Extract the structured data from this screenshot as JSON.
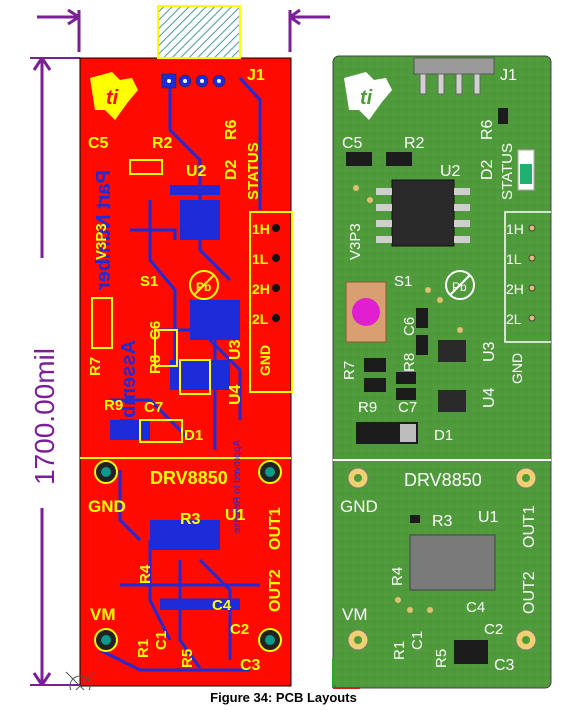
{
  "dimension_label": "1700.00mil",
  "figure_caption": "Figure 34: PCB Layouts",
  "colors": {
    "top_copper": "#ff0a00",
    "bottom_copper": "#1e2bd8",
    "silkscreen": "#ffff00",
    "dimension": "#7a1f96",
    "pcb_green": "#4f9a3b",
    "pcb_green_light": "#62ad4c",
    "silk_white": "#ffffff"
  },
  "left_board": {
    "labels": {
      "j1": "J1",
      "c5": "C5",
      "r2": "R2",
      "d2": "D2",
      "r6": "R6",
      "u2": "U2",
      "status": "STATUS",
      "v3p3": "V3P3",
      "s1": "S1",
      "h1": "1H",
      "l1": "1L",
      "h2": "2H",
      "l2": "2L",
      "gnd_side": "GND",
      "r7": "R7",
      "r8": "R8",
      "c6": "C6",
      "u3": "U3",
      "u4": "U4",
      "r9": "R9",
      "c7": "C7",
      "d1": "D1",
      "drv": "DRV8850",
      "gnd": "GND",
      "r3": "R3",
      "u1": "U1",
      "out1": "OUT1",
      "out2": "OUT2",
      "r4": "R4",
      "vm": "VM",
      "c4": "C4",
      "r1": "R1",
      "c1": "C1",
      "r5": "R5",
      "c2": "C2",
      "c3": "C3",
      "pb": "Pb"
    },
    "mirrored_text": {
      "part_number": "Part Number",
      "assembly": "Assembly",
      "approved": "Approved to Release"
    }
  },
  "right_board": {
    "labels": {
      "j1": "J1",
      "c5": "C5",
      "r2": "R2",
      "d2": "D2",
      "r6": "R6",
      "u2": "U2",
      "status": "STATUS",
      "v3p3": "V3P3",
      "s1": "S1",
      "h1": "1H",
      "l1": "1L",
      "h2": "2H",
      "l2": "2L",
      "gnd_side": "GND",
      "r7": "R7",
      "r8": "R8",
      "c6": "C6",
      "u3": "U3",
      "u4": "U4",
      "r9": "R9",
      "c7": "C7",
      "d1": "D1",
      "drv": "DRV8850",
      "gnd": "GND",
      "r3": "R3",
      "u1": "U1",
      "out1": "OUT1",
      "out2": "OUT2",
      "r4": "R4",
      "vm": "VM",
      "c4": "C4",
      "r1": "R1",
      "c1": "C1",
      "r5": "R5",
      "c2": "C2",
      "c3": "C3",
      "pb": "Pb"
    }
  }
}
